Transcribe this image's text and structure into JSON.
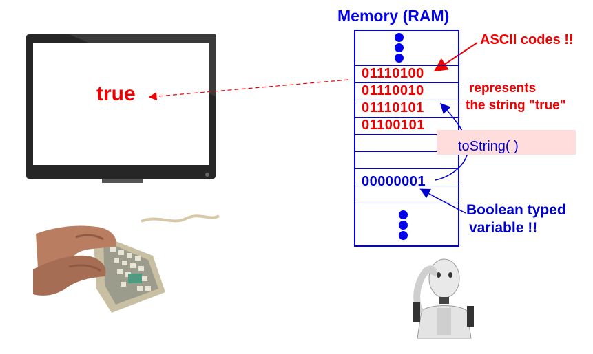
{
  "memory": {
    "title": "Memory (RAM)",
    "cells": [
      {
        "bits": "01110100",
        "color": "#ee0000"
      },
      {
        "bits": "01110010",
        "color": "#ee0000"
      },
      {
        "bits": "01110101",
        "color": "#ee0000"
      },
      {
        "bits": "01100101",
        "color": "#ee0000"
      },
      {
        "bits": "",
        "color": ""
      },
      {
        "bits": "",
        "color": ""
      },
      {
        "bits": "00000001",
        "color": "#0000cc"
      },
      {
        "bits": "",
        "color": ""
      }
    ]
  },
  "annotations": {
    "ascii_codes": "ASCII codes !!",
    "represents_line1": "represents",
    "represents_line2": "the string \"true\"",
    "tostring": "toString( )",
    "boolean_line1": "Boolean typed",
    "boolean_line2": "variable !!"
  },
  "monitor": {
    "display_text": "true"
  },
  "colors": {
    "memory_blue": "#0000ee",
    "ascii_red": "#ee0000",
    "tostring_bg": "#ffdddd"
  },
  "icons": [
    "monitor-icon",
    "keyboard-hands-icon",
    "thinking-robot-icon",
    "ellipsis-dots-icon"
  ]
}
